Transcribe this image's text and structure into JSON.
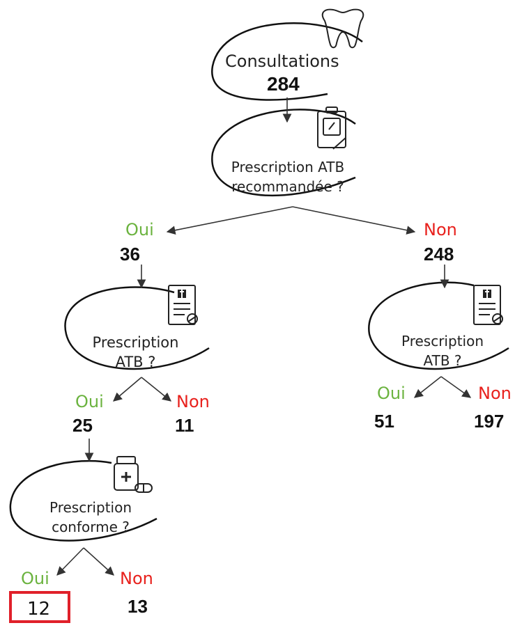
{
  "root": {
    "title": "Consultations",
    "count": "284"
  },
  "q1": {
    "line1": "Prescription ATB",
    "line2": "recommandée ?"
  },
  "left": {
    "branch": "Oui",
    "count": "36",
    "q": {
      "line1": "Prescription",
      "line2": "ATB ?"
    },
    "yes": {
      "label": "Oui",
      "count": "25"
    },
    "no": {
      "label": "Non",
      "count": "11"
    },
    "q3": {
      "line1": "Prescription",
      "line2": "conforme ?"
    },
    "conf_yes": {
      "label": "Oui",
      "count": "12"
    },
    "conf_no": {
      "label": "Non",
      "count": "13"
    }
  },
  "right": {
    "branch": "Non",
    "count": "248",
    "q": {
      "line1": "Prescription",
      "line2": "ATB ?"
    },
    "yes": {
      "label": "Oui",
      "count": "51"
    },
    "no": {
      "label": "Non",
      "count": "197"
    }
  },
  "icons": [
    "tooth-icon",
    "clipboard-icon",
    "medical-form-icon",
    "medical-form-icon",
    "pill-bottle-icon"
  ],
  "colors": {
    "yes": "#6bb33f",
    "no": "#e8211d",
    "highlight": "#e0202a",
    "ink": "#111111"
  }
}
